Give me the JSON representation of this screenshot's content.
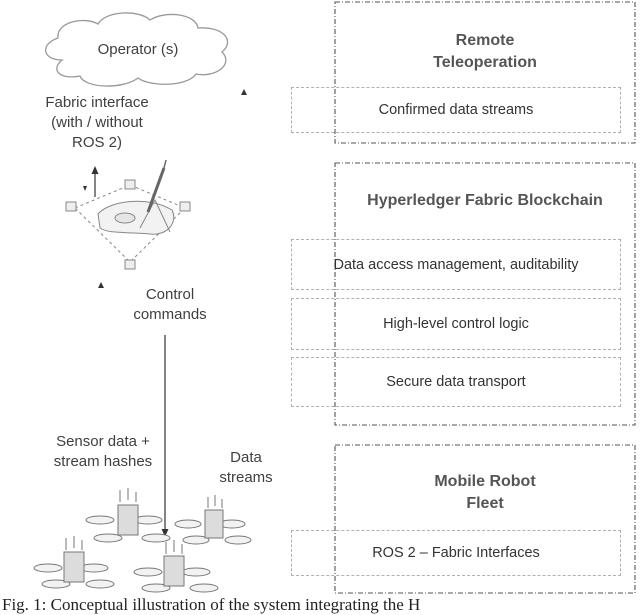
{
  "left": {
    "operator_cloud": "Operator (s)",
    "fabric_interface": [
      "Fabric interface",
      "(with / without",
      "ROS 2)"
    ],
    "control_commands": [
      "Control",
      "commands"
    ],
    "sensor_data": [
      "Sensor data +",
      "stream hashes"
    ],
    "data_streams": [
      "Data",
      "streams"
    ]
  },
  "panels": {
    "remote": {
      "title": [
        "Remote",
        "Teleoperation"
      ],
      "items": [
        "Confirmed data streams"
      ]
    },
    "fabric": {
      "title": [
        "Hyperledger Fabric Blockchain"
      ],
      "items": [
        "Data access management, auditability",
        "High-level control logic",
        "Secure data transport"
      ]
    },
    "fleet": {
      "title": [
        "Mobile Robot",
        "Fleet"
      ],
      "items": [
        "ROS 2 – Fabric Interfaces"
      ]
    }
  },
  "caption": "Fig. 1: Conceptual illustration of the system integrating the    H"
}
